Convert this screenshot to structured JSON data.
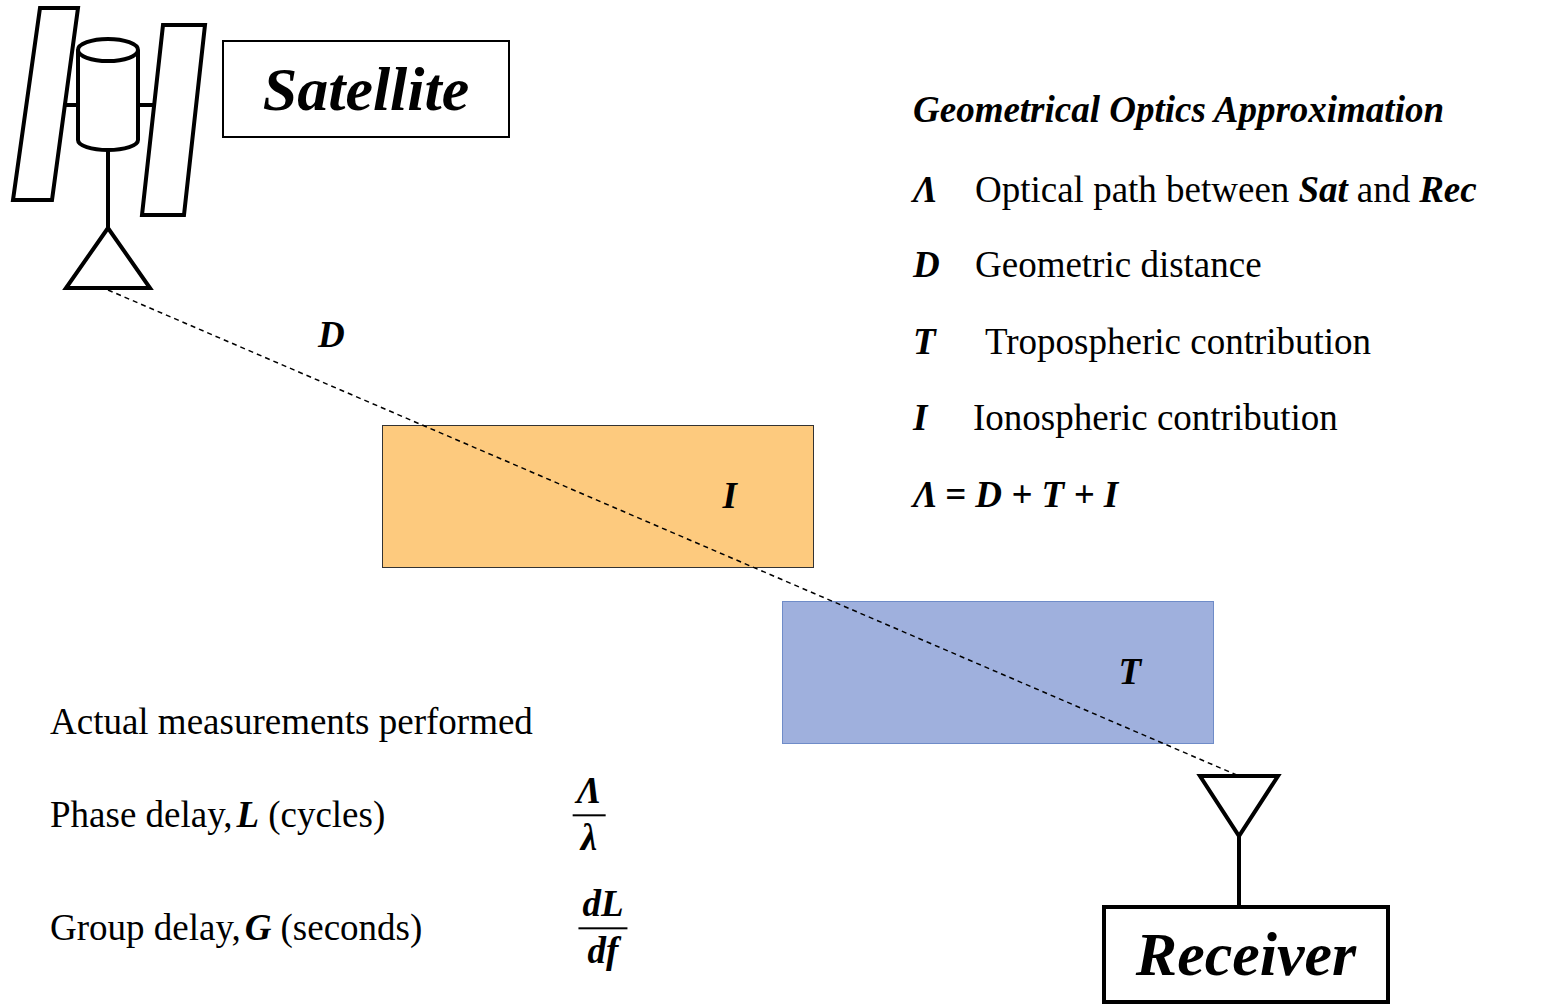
{
  "diagram": {
    "nodes": [
      {
        "text": [
          "Satellite"
        ]
      },
      {
        "text": [
          "I"
        ]
      },
      {
        "text": [
          "T"
        ]
      },
      {
        "text": [
          "Receiver"
        ]
      }
    ],
    "labels": [
      "D",
      "Geometrical Optics Approximation",
      "Λ",
      "Optical path between",
      "Sat",
      "and",
      "Rec",
      "D",
      "Geometric distance",
      "T",
      "Tropospheric contribution",
      "I",
      "Ionospheric contribution",
      "Λ = D + T + I",
      "Actual measurements performed",
      "Phase delay,",
      "L",
      "(cycles)",
      "Λ",
      "λ",
      "Group delay,",
      "G",
      "(seconds)",
      "dL",
      "df"
    ]
  }
}
